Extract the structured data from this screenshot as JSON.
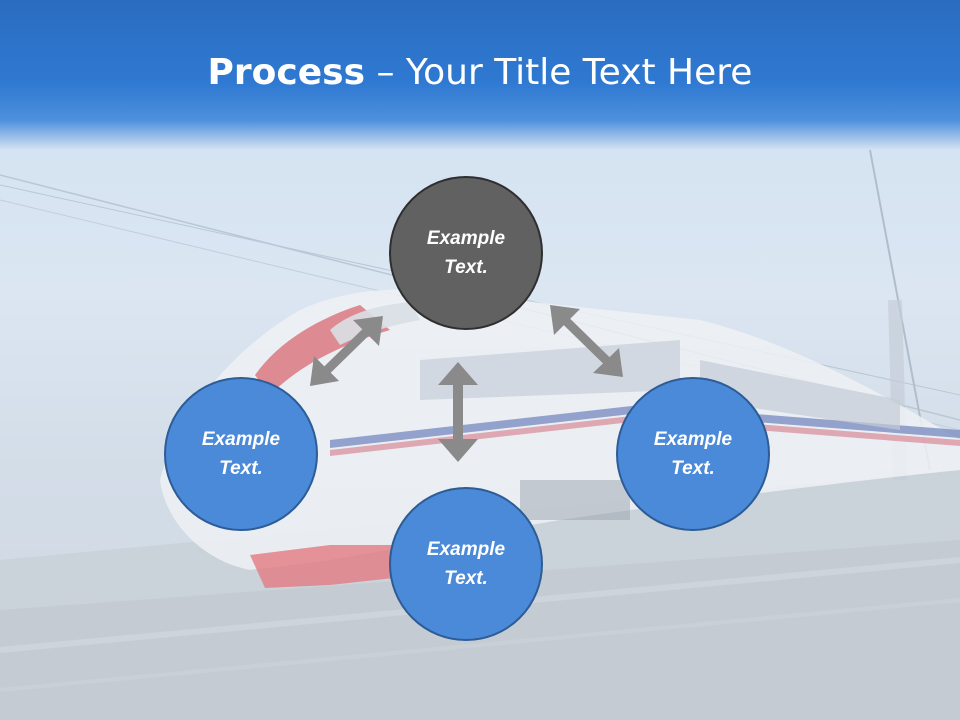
{
  "title": {
    "bold": "Process",
    "rest": " – Your Title Text Here"
  },
  "nodes": {
    "top": {
      "line1": "Example",
      "line2": "Text."
    },
    "left": {
      "line1": "Example",
      "line2": "Text."
    },
    "right": {
      "line1": "Example",
      "line2": "Text."
    },
    "bottom": {
      "line1": "Example",
      "line2": "Text."
    }
  },
  "colors": {
    "title_bar": "#2f79d2",
    "node_blue": "#4a8ad9",
    "node_gray": "#616161",
    "arrow": "#8a8a8a"
  },
  "background_image": "high-speed-train"
}
